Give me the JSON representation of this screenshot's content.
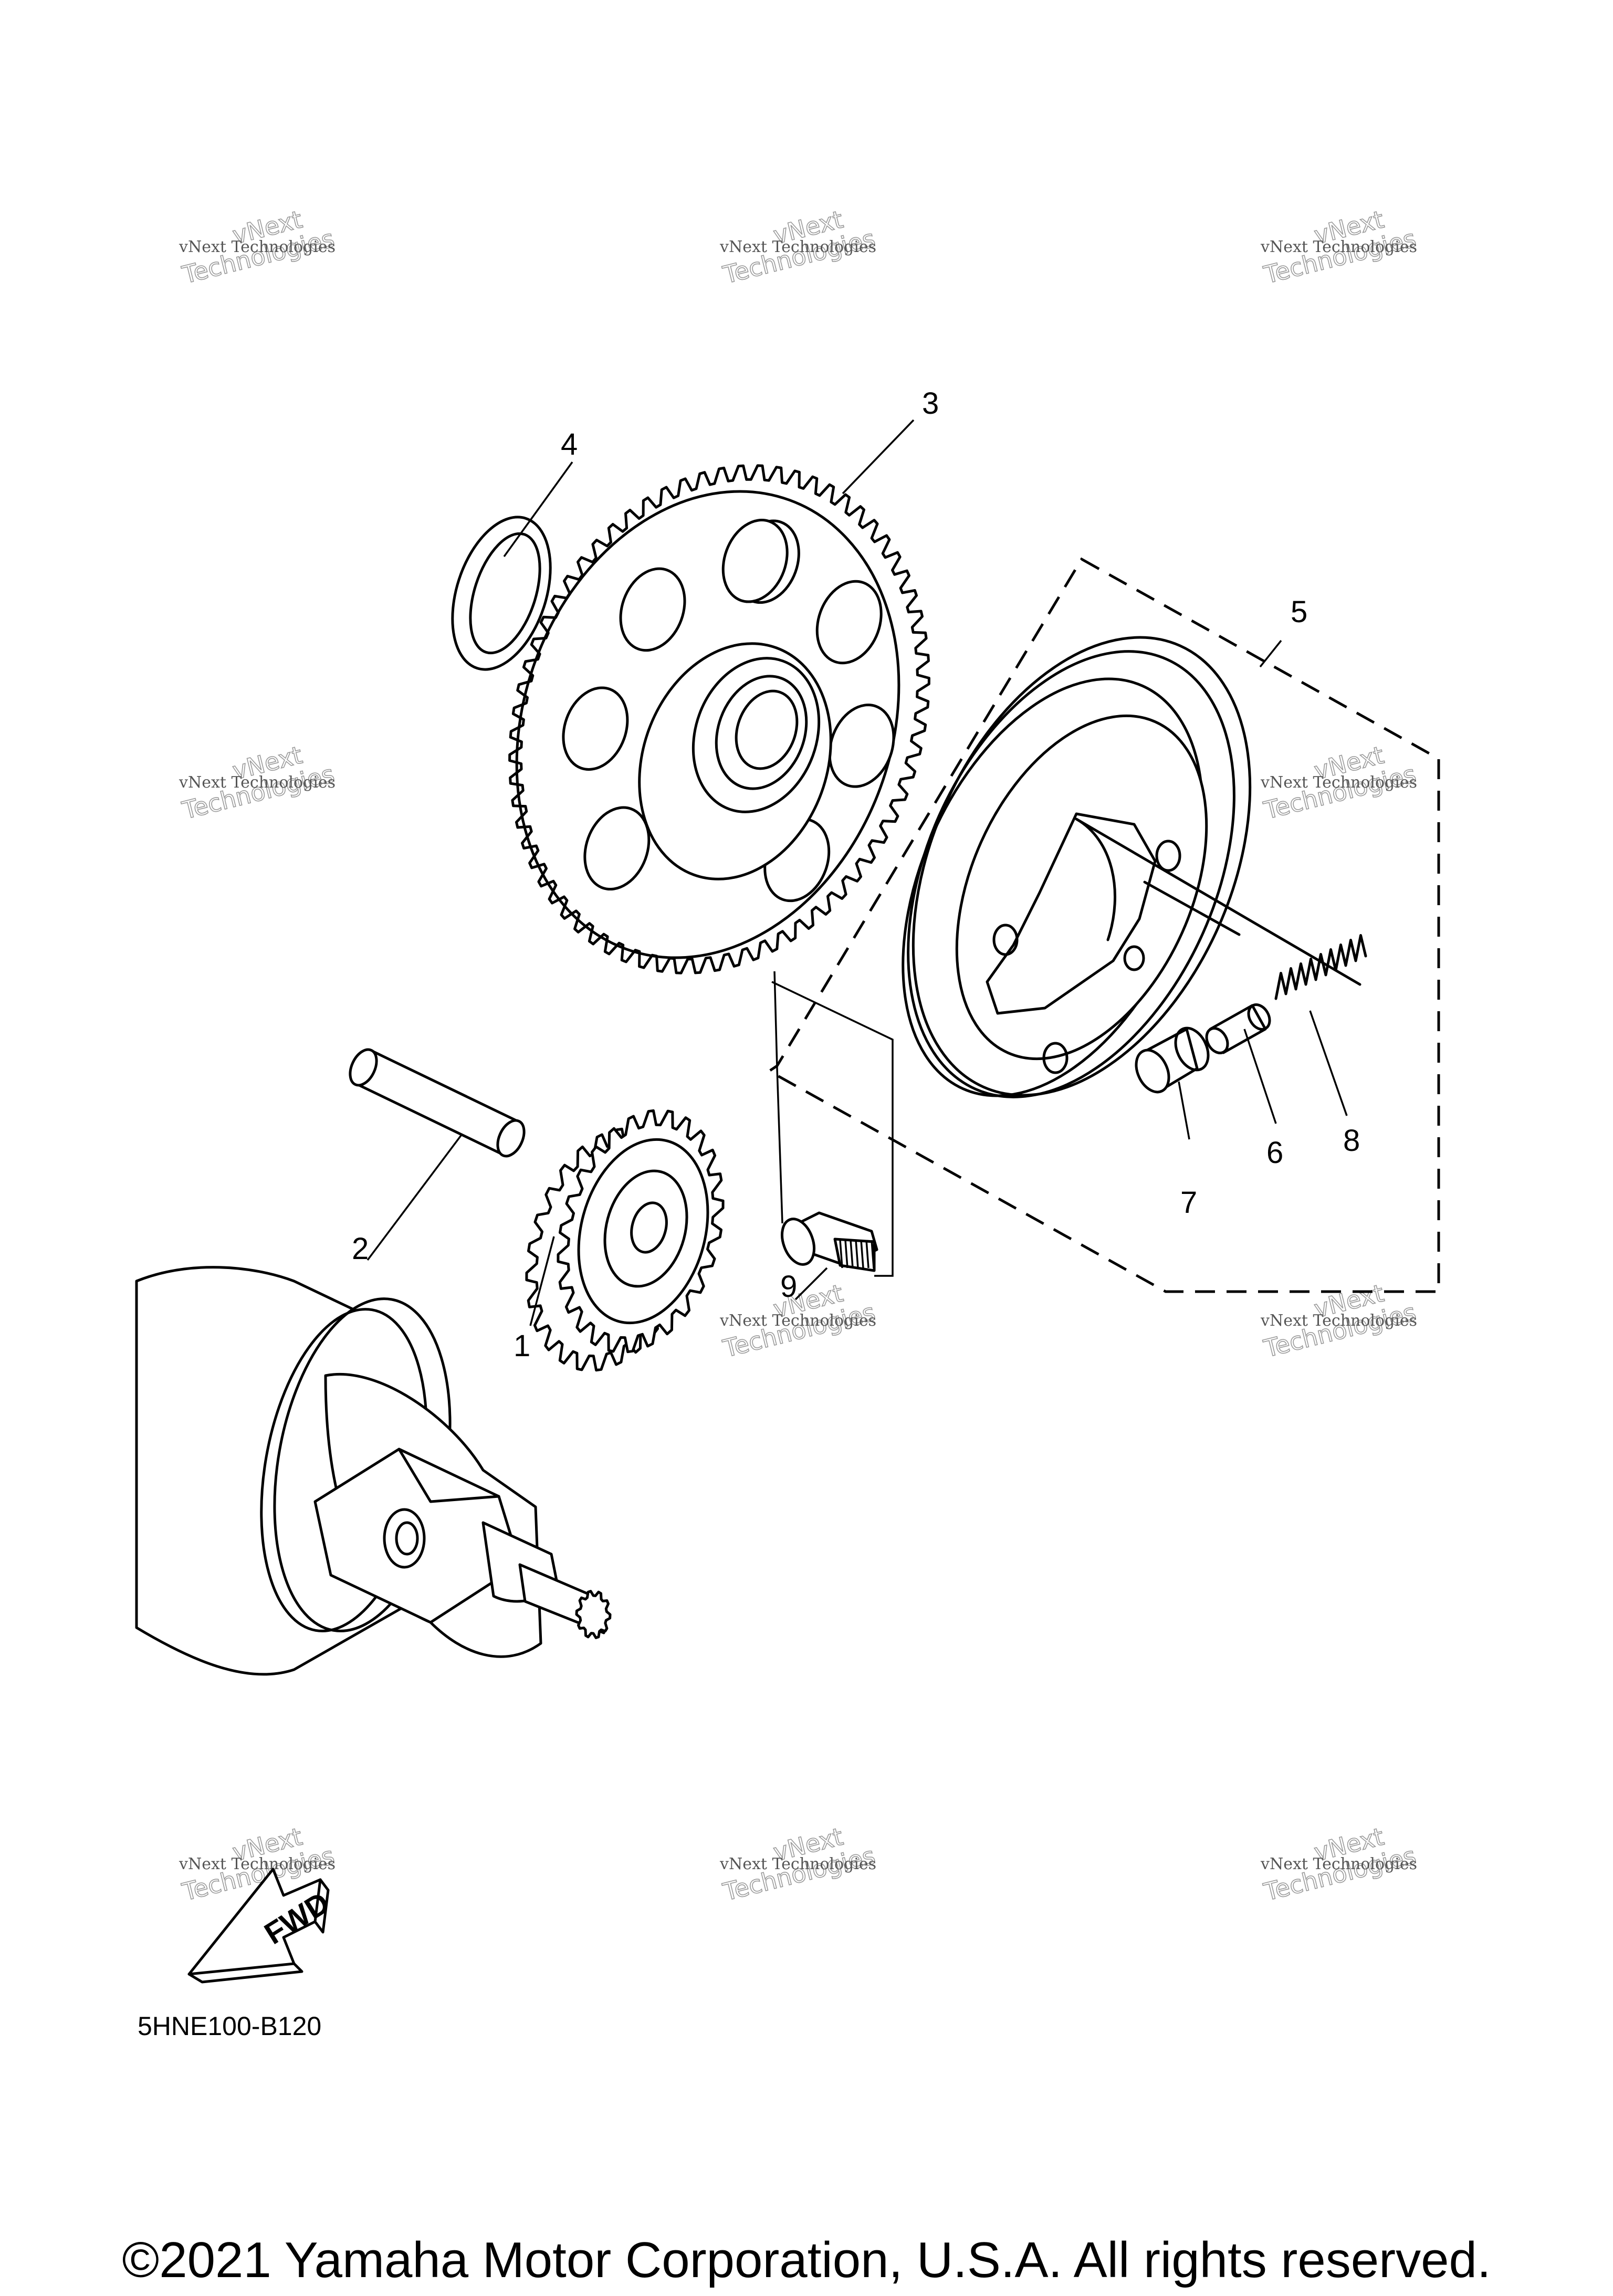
{
  "diagram": {
    "callouts": [
      {
        "id": "1",
        "label": "1"
      },
      {
        "id": "2",
        "label": "2"
      },
      {
        "id": "3",
        "label": "3"
      },
      {
        "id": "4",
        "label": "4"
      },
      {
        "id": "5",
        "label": "5"
      },
      {
        "id": "6",
        "label": "6"
      },
      {
        "id": "7",
        "label": "7"
      },
      {
        "id": "8",
        "label": "8"
      },
      {
        "id": "9",
        "label": "9"
      }
    ],
    "fwd_label": "FWD",
    "diagram_code": "5HNE100-B120"
  },
  "watermark": {
    "line1": "vNext Technologies",
    "line2": "vNext",
    "line3": "Technologies"
  },
  "footer": {
    "copyright": "©2021 Yamaha Motor Corporation, U.S.A. All rights reserved."
  }
}
